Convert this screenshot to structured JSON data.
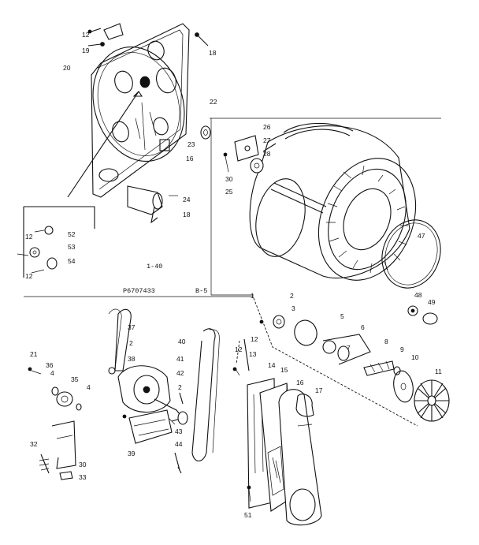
{
  "diagram": {
    "part_number": "P6707433",
    "page_ref": "B-5",
    "small_tag": "1-40",
    "labels": {
      "l12a": "12",
      "l19": "19",
      "l18a": "18",
      "l20": "20",
      "l22": "22",
      "l23": "23",
      "l16a": "16",
      "l26": "26",
      "l27": "27",
      "l28": "28",
      "l30a": "30",
      "l25": "25",
      "l24": "24",
      "l18b": "18",
      "l12b": "12",
      "l52": "52",
      "l53": "53",
      "l12c": "12",
      "l54": "54",
      "l47": "47",
      "l48": "48",
      "l49": "49",
      "l1": "1",
      "l2a": "2",
      "l3": "3",
      "l5": "5",
      "l12d": "12",
      "l6": "6",
      "l7": "7",
      "l8": "8",
      "l9": "9",
      "l10": "10",
      "l11": "11",
      "l37": "37",
      "l2b": "2",
      "l40": "40",
      "l38": "38",
      "l41": "41",
      "l42": "42",
      "l21": "21",
      "l36": "36",
      "l4a": "4",
      "l35": "35",
      "l4b": "4",
      "l2c": "2",
      "l43": "43",
      "l39": "39",
      "l44": "44",
      "l32": "32",
      "l30b": "30",
      "l33": "33",
      "l12e": "12",
      "l13": "13",
      "l14": "14",
      "l15": "15",
      "l16b": "16",
      "l17": "17",
      "l51": "51"
    }
  }
}
